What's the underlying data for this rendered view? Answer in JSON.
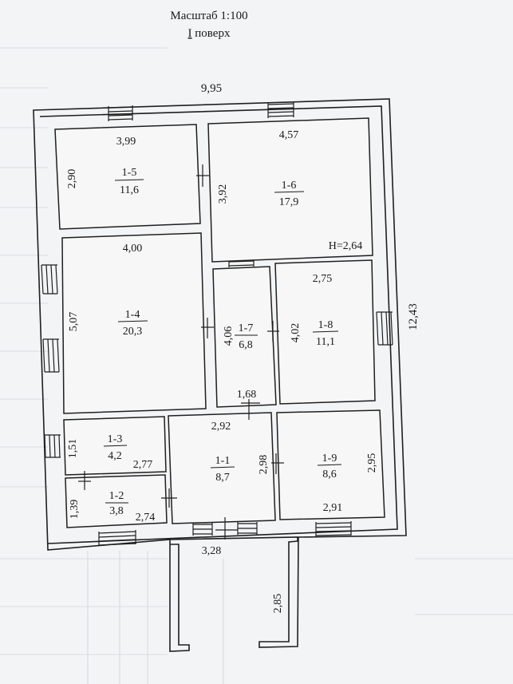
{
  "header": {
    "scale": "Масштаб 1:100",
    "floor_numeral": "I",
    "floor_word": " поверх"
  },
  "overall": {
    "width": "9,95",
    "length": "12,43"
  },
  "rooms": [
    {
      "id": "1-5",
      "area": "11,6",
      "dims": [
        "3,99",
        "2,90"
      ]
    },
    {
      "id": "1-6",
      "area": "17,9",
      "dims": [
        "4,57",
        "3,92"
      ],
      "height": "H=2,64"
    },
    {
      "id": "1-4",
      "area": "20,3",
      "dims": [
        "4,00",
        "5,07"
      ]
    },
    {
      "id": "1-7",
      "area": "6,8",
      "dims": [
        "4,06",
        "1,68"
      ]
    },
    {
      "id": "1-8",
      "area": "11,1",
      "dims": [
        "2,75",
        "4,02"
      ]
    },
    {
      "id": "1-3",
      "area": "4,2",
      "dims": [
        "1,51",
        "2,77"
      ]
    },
    {
      "id": "1-2",
      "area": "3,8",
      "dims": [
        "1,39",
        "2,74"
      ]
    },
    {
      "id": "1-1",
      "area": "8,7",
      "dims": [
        "2,92",
        "2,98"
      ]
    },
    {
      "id": "1-9",
      "area": "8,6",
      "dims": [
        "2,95",
        "2,91"
      ]
    }
  ],
  "porch": {
    "dims": [
      "3,28",
      "2,85"
    ]
  }
}
